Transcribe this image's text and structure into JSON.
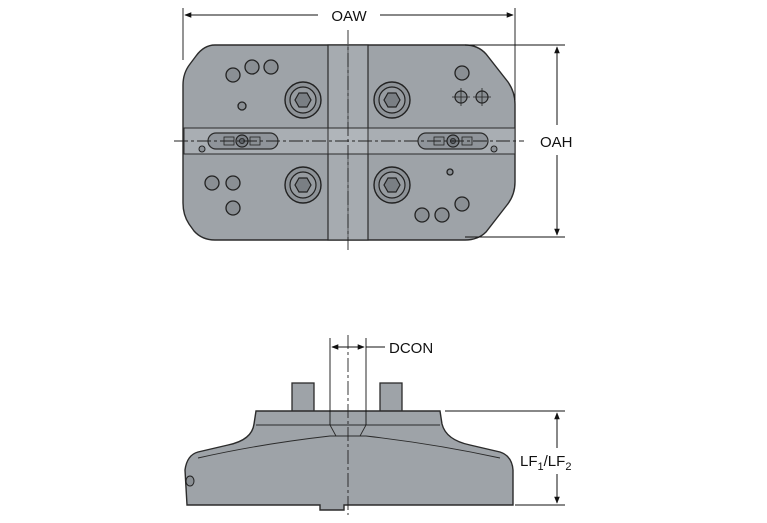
{
  "labels": {
    "oaw": "OAW",
    "oah": "OAH",
    "dcon": "DCON",
    "lf_main_1": "LF",
    "lf_sub_1": "1",
    "lf_sep": "/LF",
    "lf_sub_2": "2"
  },
  "colors": {
    "body_fill": "#9ea3a8",
    "body_stroke": "#2b2b2b",
    "dim_line": "#111111",
    "background": "#ffffff"
  }
}
